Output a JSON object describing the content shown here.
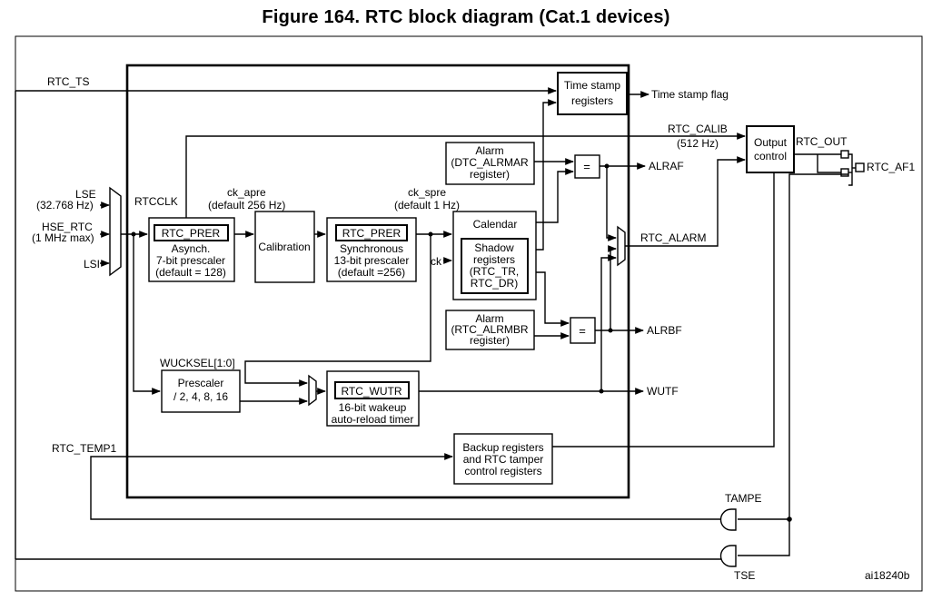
{
  "title": "Figure 164. RTC block diagram (Cat.1 devices)",
  "signals": {
    "rtc_ts": "RTC_TS",
    "lse": "LSE",
    "lse_freq": "(32.768 Hz)",
    "hse_rtc": "HSE_RTC",
    "hse_freq": "(1 MHz max)",
    "lsi": "LSI",
    "rtcclk": "RTCCLK",
    "ck_apre": "ck_apre",
    "ck_apre_default": "(default 256 Hz)",
    "ck_spre": "ck_spre",
    "ck_spre_default": "(default 1 Hz)",
    "ck": "ck",
    "wucksel": "WUCKSEL[1:0]",
    "rtc_temp1": "RTC_TEMP1",
    "rtc_calib": "RTC_CALIB",
    "rtc_calib_freq": "(512 Hz)",
    "rtc_out": "RTC_OUT",
    "rtc_af1": "RTC_AF1",
    "rtc_alarm": "RTC_ALARM",
    "timestamp_flag": "Time stamp flag",
    "alraf": "ALRAF",
    "alrbf": "ALRBF",
    "wutf": "WUTF",
    "tampe": "TAMPE",
    "tse": "TSE",
    "figure_id": "ai18240b"
  },
  "blocks": {
    "timestamp": [
      "Time stamp",
      "registers"
    ],
    "async_reg": "RTC_PRER",
    "async_text": [
      "Asynch.",
      "7-bit prescaler",
      "(default = 128)"
    ],
    "calibration": "Calibration",
    "sync_reg": "RTC_PRER",
    "sync_text": [
      "Synchronous",
      "13-bit prescaler",
      "(default =256)"
    ],
    "alarm_a": [
      "Alarm",
      "(DTC_ALRMAR",
      "register)"
    ],
    "alarm_b": [
      "Alarm",
      "(RTC_ALRMBR",
      "register)"
    ],
    "calendar": "Calendar",
    "shadow": [
      "Shadow",
      "registers",
      "(RTC_TR,",
      "RTC_DR)"
    ],
    "output_control": [
      "Output",
      "control"
    ],
    "prescaler": [
      "Prescaler",
      "/ 2, 4, 8, 16"
    ],
    "wut_reg": "RTC_WUTR",
    "wut_text": [
      "16-bit wakeup",
      "auto-reload timer"
    ],
    "backup": [
      "Backup registers",
      "and RTC tamper",
      "control registers"
    ],
    "compare": "="
  }
}
